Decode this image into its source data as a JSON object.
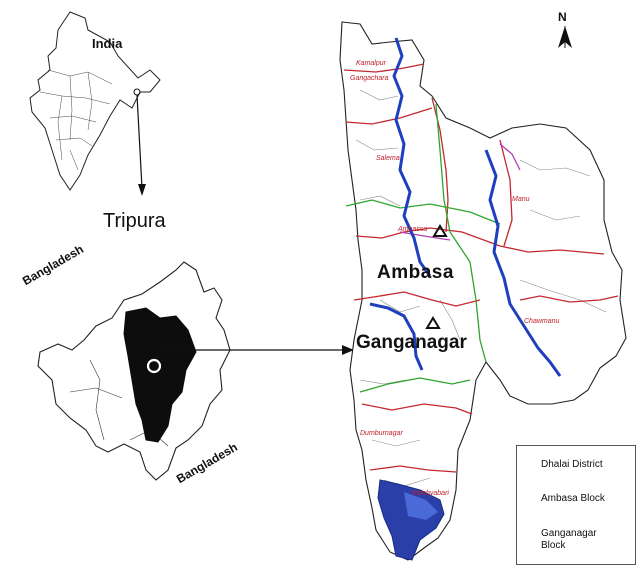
{
  "labels": {
    "india": "India",
    "tripura": "Tripura",
    "bangladesh_top": "Bangladesh",
    "bangladesh_bottom": "Bangladesh",
    "ambasa": "Ambasa",
    "ganganagar": "Ganganagar",
    "north": "N"
  },
  "places": {
    "p1": "Kamalpur",
    "p2": "Gangachara",
    "p3": "Salema",
    "p4": "Manu",
    "p5": "Ambassa",
    "p6": "Chawmanu",
    "p7": "Dumburnagar",
    "p8": "Raishyabari"
  },
  "legend": {
    "items": [
      {
        "symbol": "circle",
        "label": "Dhalai District"
      },
      {
        "symbol": "triangle",
        "label": "Ambasa Block"
      },
      {
        "symbol": "triangle",
        "label": "Ganganagar Block"
      }
    ]
  },
  "colors": {
    "river": "#1f3fbf",
    "reservoir": "#2a3fa8",
    "block_boundary": "#c4282f",
    "road_green": "#2fa52f",
    "road_purple": "#b03fb0",
    "district_fill": "#0d0d0d"
  }
}
